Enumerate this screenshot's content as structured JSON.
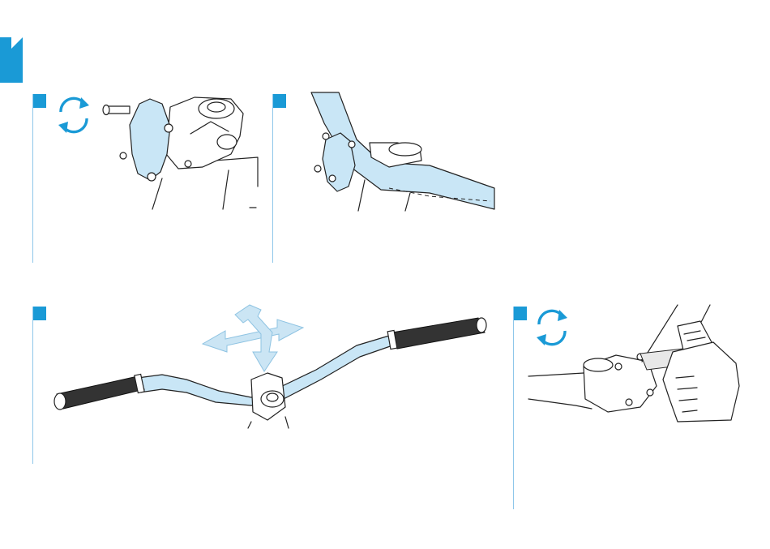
{
  "page": {
    "accent_color": "#1a9ad6",
    "light_blue": "#c9e6f6"
  },
  "steps": [
    {
      "id": "step-1",
      "icon": "rotate-icon"
    },
    {
      "id": "step-2",
      "icon": ""
    },
    {
      "id": "step-3",
      "icon": "adjust-arrows-icon"
    },
    {
      "id": "step-4",
      "icon": "rotate-icon"
    }
  ]
}
